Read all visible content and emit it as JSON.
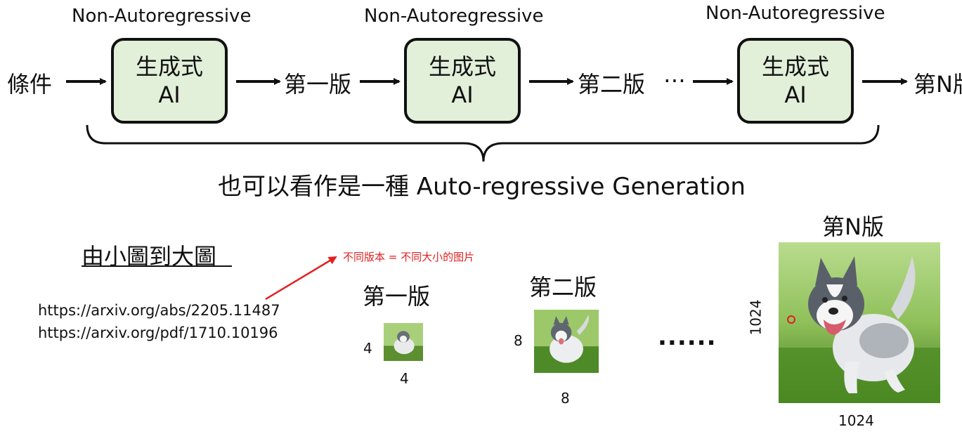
{
  "top": {
    "stage_labels": [
      "Non-Autoregressive",
      "Non-Autoregressive",
      "Non-Autoregressive"
    ],
    "box_line1": "生成式",
    "box_line2": "AI",
    "input_label": "條件",
    "version1": "第一版",
    "version2": "第二版",
    "ellipsis": "⋯",
    "versionN": "第N版",
    "brace_caption": "也可以看作是一種 Auto-regressive Generation"
  },
  "bottom": {
    "heading": "由小圖到大圖",
    "urls": [
      "https://arxiv.org/abs/2205.11487",
      "https://arxiv.org/pdf/1710.10196"
    ],
    "annotation": "不同版本 = 不同大小的图片",
    "version1": "第一版",
    "version2": "第二版",
    "versionN": "第N版",
    "dots": "......",
    "size1": "4",
    "size2": "8",
    "sizeN": "1024"
  },
  "colors": {
    "box_fill": "#e2efd9",
    "annotation_red": "#e02020"
  }
}
